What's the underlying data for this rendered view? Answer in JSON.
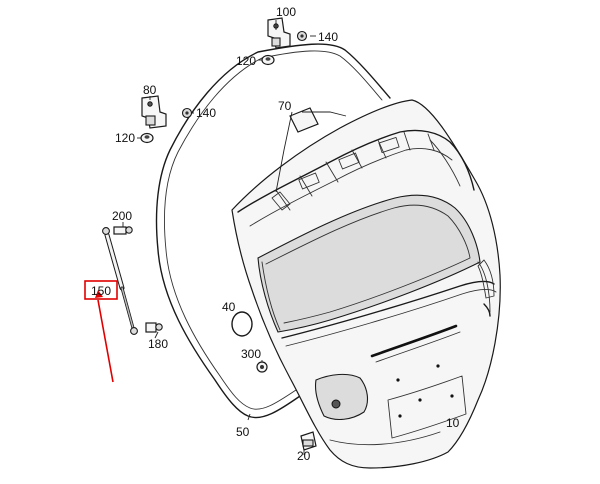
{
  "labels": {
    "p100": "100",
    "p140a": "140",
    "p120a": "120",
    "p80": "80",
    "p140b": "140",
    "p120b": "120",
    "p70": "70",
    "p200": "200",
    "p150": "150",
    "p180": "180",
    "p40": "40",
    "p300": "300",
    "p50": "50",
    "p10": "10",
    "p20": "20"
  },
  "colors": {
    "highlight": "#e00000",
    "line": "#1a1a1a"
  }
}
